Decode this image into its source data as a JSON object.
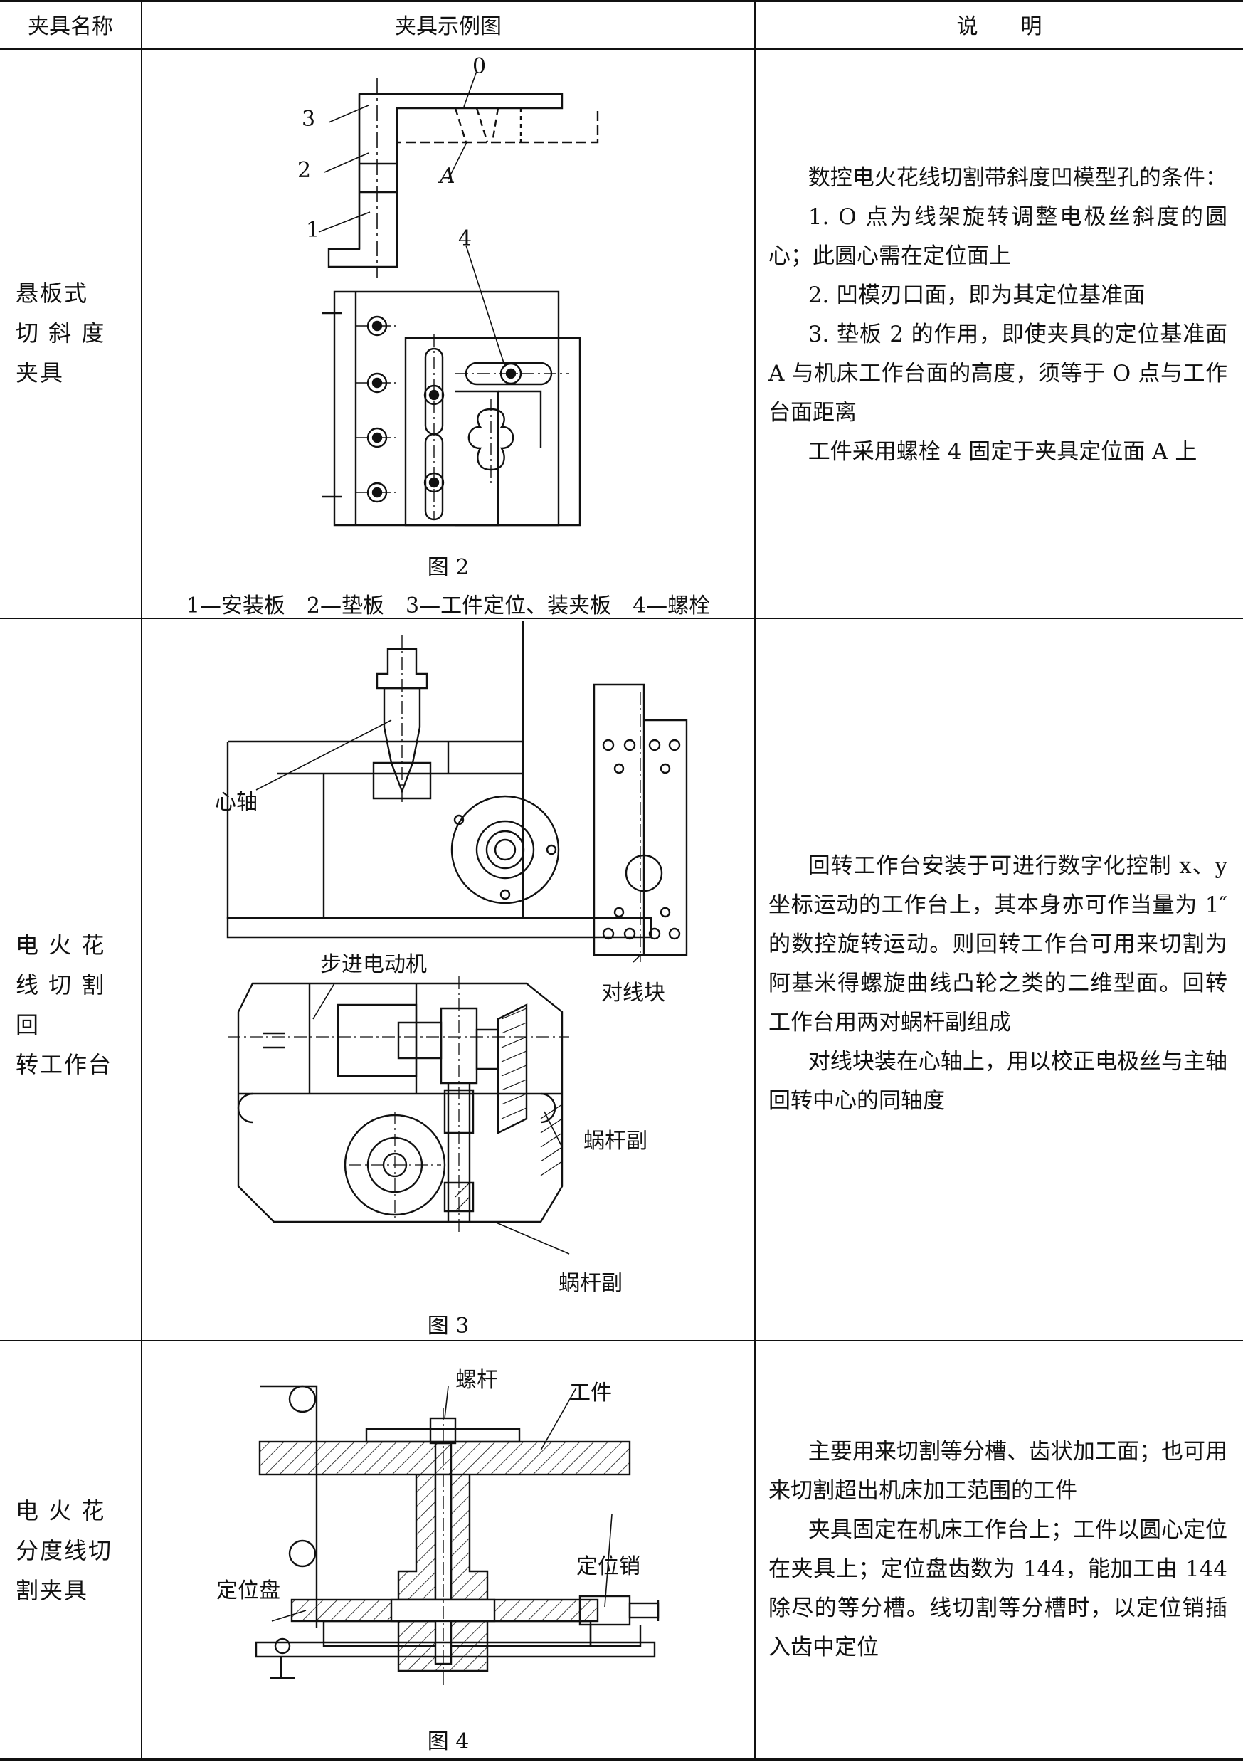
{
  "table": {
    "headers": [
      "夹具名称",
      "夹具示例图",
      "说　　明"
    ],
    "rows": [
      {
        "name_lines": [
          "悬板式",
          "切 斜 度",
          "夹具"
        ],
        "figure_caption": "图 2",
        "figure_legend": "1—安装板　2—垫板　3—工件定位、装夹板　4—螺栓",
        "figure_labels": [
          "0",
          "3",
          "2",
          "1",
          "A",
          "4"
        ],
        "description": [
          "数控电火花线切割带斜度凹模型孔的条件：",
          "1. O 点为线架旋转调整电极丝斜度的圆心；此圆心需在定位面上",
          "2. 凹模刃口面，即为其定位基准面",
          "3. 垫板 2 的作用，即使夹具的定位基准面 A 与机床工作台面的高度，须等于 O 点与工作台面距离",
          "工件采用螺栓 4 固定于夹具定位面 A 上"
        ]
      },
      {
        "name_lines": [
          "电 火 花",
          "线 切 割 回",
          "转工作台"
        ],
        "figure_caption": "图 3",
        "figure_labels": [
          "心轴",
          "步进电动机",
          "对线块",
          "蜗杆副",
          "蜗杆副"
        ],
        "description": [
          "回转工作台安装于可进行数字化控制 x、y 坐标运动的工作台上，其本身亦可作当量为 1″的数控旋转运动。则回转工作台可用来切割为阿基米得螺旋曲线凸轮之类的二维型面。回转工作台用两对蜗杆副组成",
          "对线块装在心轴上，用以校正电极丝与主轴回转中心的同轴度"
        ]
      },
      {
        "name_lines": [
          "电 火 花",
          "分度线切",
          "割夹具"
        ],
        "figure_caption": "图 4",
        "figure_labels": [
          "螺杆",
          "工件",
          "定位销",
          "定位盘"
        ],
        "description": [
          "主要用来切割等分槽、齿状加工面；也可用来切割超出机床加工范围的工件",
          "夹具固定在机床工作台上；工件以圆心定位在夹具上；定位盘齿数为 144，能加工由 144 除尽的等分槽。线切割等分槽时，以定位销插入齿中定位"
        ]
      }
    ]
  }
}
